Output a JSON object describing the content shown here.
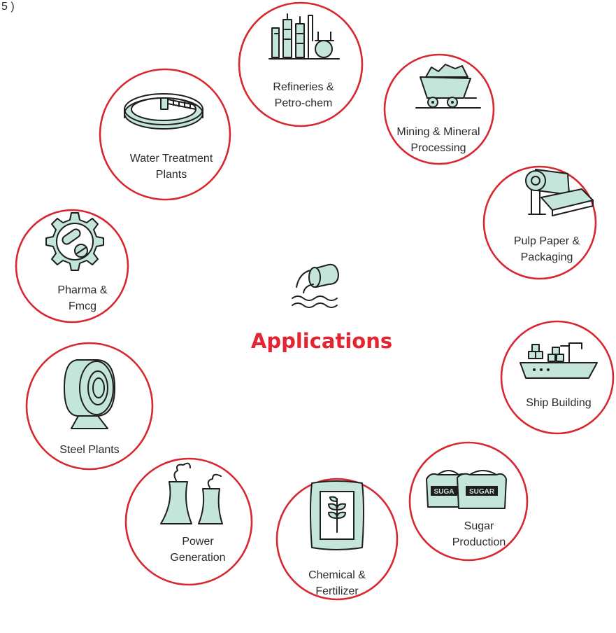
{
  "colors": {
    "accent": "#e42431",
    "ring": "#d7272f",
    "icon_fill": "#c4e6da",
    "ink": "#1e1e1e"
  },
  "corner_fragment": "5 )",
  "center": {
    "title": "Applications",
    "icon": "pipe-outflow-icon"
  },
  "nodes": [
    {
      "id": "refineries",
      "lines": [
        "Refineries &",
        "Petro-chem"
      ],
      "icon": "refinery-icon"
    },
    {
      "id": "mining",
      "lines": [
        "Mining & Mineral",
        "Processing"
      ],
      "icon": "mining-cart-icon"
    },
    {
      "id": "pulp",
      "lines": [
        "Pulp Paper &",
        "Packaging"
      ],
      "icon": "paper-roll-icon"
    },
    {
      "id": "ship",
      "lines": [
        "Ship Building"
      ],
      "icon": "cargo-ship-icon"
    },
    {
      "id": "sugar",
      "lines": [
        "Sugar",
        "Production"
      ],
      "icon": "sugar-bags-icon",
      "bag_text": [
        "SUGA",
        "SUGAR"
      ]
    },
    {
      "id": "chemical",
      "lines": [
        "Chemical &",
        "Fertilizer"
      ],
      "icon": "fertilizer-sack-icon"
    },
    {
      "id": "power",
      "lines": [
        "Power",
        "Generation"
      ],
      "icon": "cooling-tower-icon"
    },
    {
      "id": "steel",
      "lines": [
        "Steel Plants"
      ],
      "icon": "steel-coil-icon"
    },
    {
      "id": "pharma",
      "lines": [
        "Pharma &",
        "Fmcg"
      ],
      "icon": "pills-gear-icon"
    },
    {
      "id": "water",
      "lines": [
        "Water Treatment",
        "Plants"
      ],
      "icon": "clarifier-tank-icon"
    }
  ]
}
